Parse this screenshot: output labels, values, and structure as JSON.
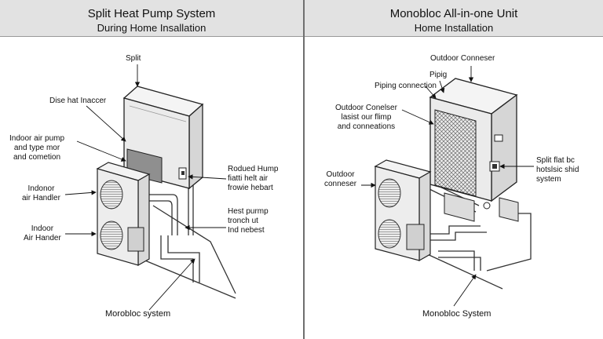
{
  "left_panel": {
    "title_line1": "Split Heat Pump System",
    "title_line2": "During Home Insallation",
    "labels": {
      "split": "Split",
      "dise_hat": "Dise hat Inaccer",
      "indoor_air_pump": [
        "Indoor air pump",
        "and type mor",
        "and cometion"
      ],
      "indoor_air_handler_1": [
        "Indonor",
        "air Handler"
      ],
      "indoor_air_handler_2": [
        "Indoor",
        "Air Hander"
      ],
      "rodued_hump": [
        "Rodued Hump",
        "fiatti helt air",
        "frowie hebart"
      ],
      "heat_pump_tronch": [
        "Hest purmp",
        "tronch ut",
        "Ind nebest"
      ],
      "bottom": "Morobloc system"
    }
  },
  "right_panel": {
    "title_line1": "Monobloc All-in-one Unit",
    "title_line2": "Home Installation",
    "labels": {
      "outdoor_conneser_top": "Outdoor Conneser",
      "pipig": "Pipig",
      "piping_connection": "Piping connection",
      "outdoor_conneser_mid": [
        "Outdoor Conelser",
        "lasist our flimp",
        "and conneations"
      ],
      "outdoor_conneser_left": [
        "Outdoor",
        "conneser"
      ],
      "split_hot": [
        "Split flat bc",
        "hotslsic shid",
        "system"
      ],
      "bottom": "Monobloc System"
    }
  }
}
